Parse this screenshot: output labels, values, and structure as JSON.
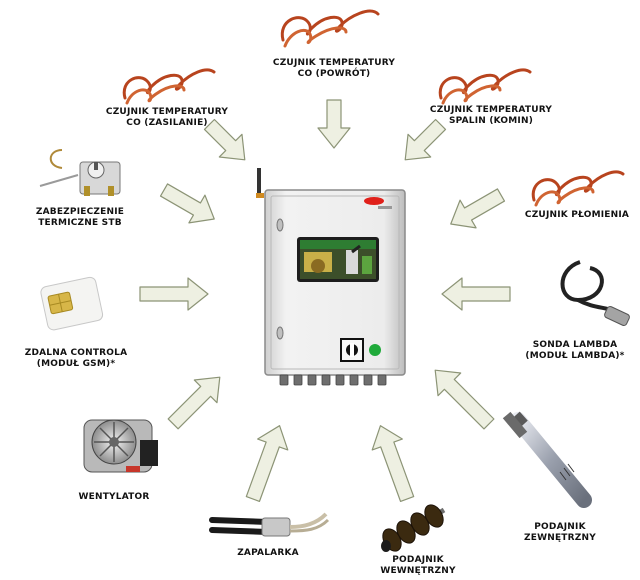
{
  "components": {
    "co_supply_sensor": {
      "line1": "CZUJNIK TEMPERATURY",
      "line2": "CO (ZASILANIE)"
    },
    "co_return_sensor": {
      "line1": "CZUJNIK TEMPERATURY",
      "line2": "CO (POWRÓT)"
    },
    "flue_gas_sensor": {
      "line1": "CZUJNIK TEMPERATURY",
      "line2": "SPALIN (KOMIN)"
    },
    "stb": {
      "line1": "ZABEZPIECZENIE",
      "line2": "TERMICZNE STB"
    },
    "flame_sensor": {
      "line1": "CZUJNIK PŁOMIENIA",
      "line2": ""
    },
    "gsm": {
      "line1": "ZDALNA CONTROLA",
      "line2": "(MODUŁ GSM)*"
    },
    "lambda": {
      "line1": "SONDA LAMBDA",
      "line2": "(MODUŁ LAMBDA)*"
    },
    "fan": {
      "line1": "WENTYLATOR",
      "line2": ""
    },
    "igniter": {
      "line1": "ZAPALARKA",
      "line2": ""
    },
    "internal_feeder": {
      "line1": "PODAJNIK",
      "line2": "WEWNĘTRZNY"
    },
    "external_feeder": {
      "line1": "PODAJNIK",
      "line2": "ZEWNĘTRZNY"
    }
  },
  "colors": {
    "arrow_fill": "#eef0e2",
    "arrow_stroke": "#8c9476",
    "cable": "#b8441e",
    "cabinet": "#e6e6e6",
    "screen_green": "#2e7d32",
    "status_led": "#1faa3a",
    "power_indicator": "#e0201a"
  },
  "icons": {
    "sensor_cable": "coiled-cable-icon",
    "controller": "controller-cabinet-icon",
    "fan": "blower-fan-icon",
    "igniter": "heating-element-icon",
    "feeder": "auger-screw-icon",
    "sim": "sim-card-icon",
    "lambda": "lambda-probe-icon",
    "stb": "thermostat-icon"
  }
}
